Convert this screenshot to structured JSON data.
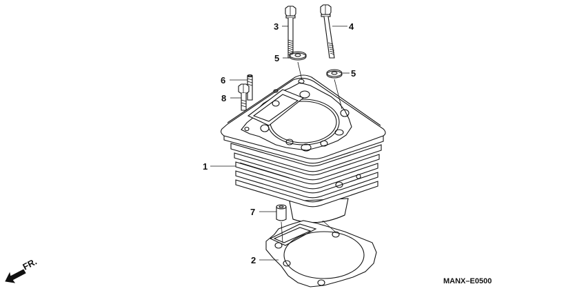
{
  "callouts": {
    "c1": "1",
    "c2": "2",
    "c3": "3",
    "c4": "4",
    "c5a": "5",
    "c5b": "5",
    "c6": "6",
    "c7": "7",
    "c8": "8"
  },
  "direction": "FR.",
  "code": "MANX–E0500"
}
